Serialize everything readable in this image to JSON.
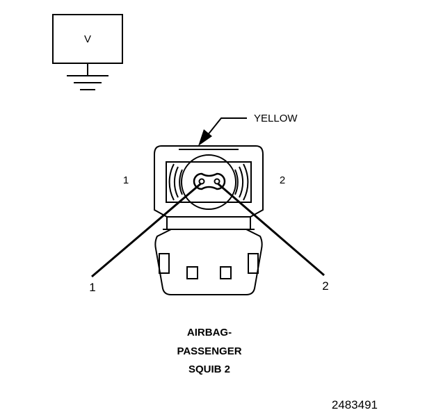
{
  "meter": {
    "symbol": "V"
  },
  "wire_label": {
    "color_name": "YELLOW"
  },
  "cavity_labels": {
    "left": "1",
    "right": "2"
  },
  "pin_labels": {
    "left": "1",
    "right": "2"
  },
  "connector_name": {
    "line1": "AIRBAG-",
    "line2": "PASSENGER",
    "line3": "SQUIB 2"
  },
  "figure_id": "2483491",
  "colors": {
    "ink": "#000000",
    "background": "#ffffff"
  }
}
